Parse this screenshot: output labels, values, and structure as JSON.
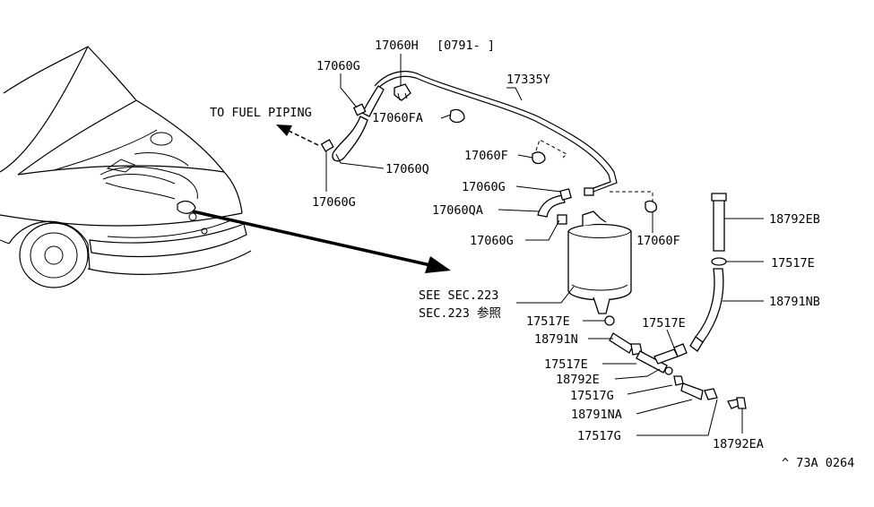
{
  "labels": {
    "p17060H": "17060H",
    "p17060H_date": "[0791-      ]",
    "p17060G_top": "17060G",
    "p17335Y": "17335Y",
    "to_fuel_piping": "TO FUEL PIPING",
    "p17060FA": "17060FA",
    "p17060F_upper": "17060F",
    "p17060Q": "17060Q",
    "p17060G_left": "17060G",
    "p17060G_mid": "17060G",
    "p17060QA": "17060QA",
    "p17060G_low": "17060G",
    "p17060F_lower": "17060F",
    "p18792EB": "18792EB",
    "p17517E_right": "17517E",
    "p18791NB": "18791NB",
    "see_sec": "SEE SEC.223",
    "sec_ref": "SEC.223 参照",
    "p17517E_a": "17517E",
    "p17517E_b": "17517E",
    "p18791N": "18791N",
    "p17517E_c": "17517E",
    "p18792E": "18792E",
    "p17517G_a": "17517G",
    "p18791NA": "18791NA",
    "p17517G_b": "17517G",
    "p18792EA": "18792EA",
    "diagram_code": "^ 73A 0264"
  }
}
